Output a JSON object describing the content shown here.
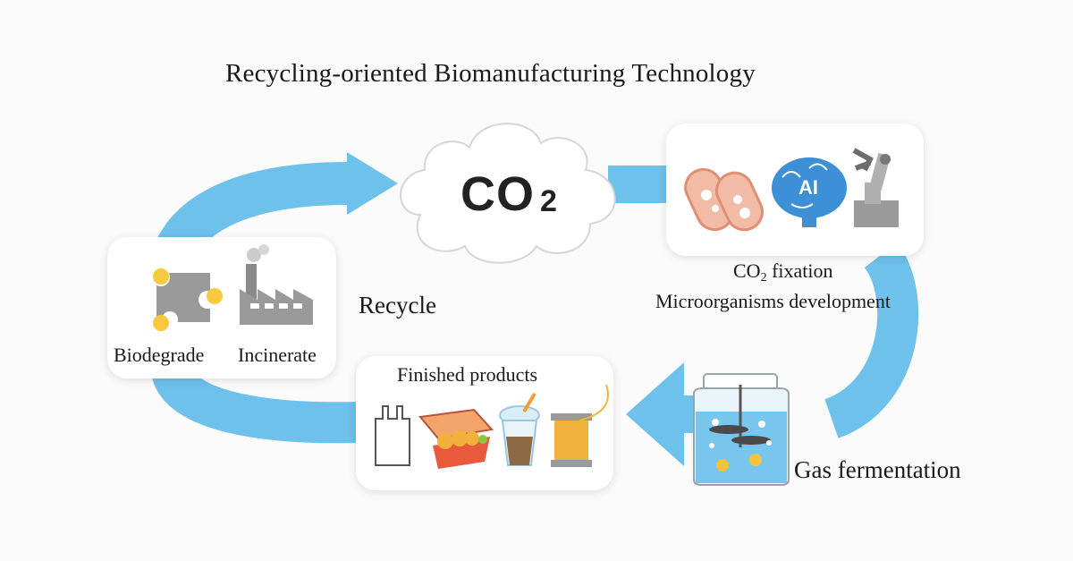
{
  "title": "Recycling-oriented Biomanufacturing Technology",
  "cloud": {
    "co2_main": "CO",
    "co2_sub": "2"
  },
  "fixation": {
    "line1_main": "CO",
    "line1_sub": "2",
    "line1_rest": " fixation",
    "line2": "Microorganisms development",
    "ai_badge": "AI",
    "icons": [
      "bacteria-icon",
      "brain-icon",
      "robot-arm-icon"
    ]
  },
  "fermentation": {
    "label": "Gas fermentation",
    "icons": [
      "bioreactor-jar-icon"
    ]
  },
  "products": {
    "label": "Finished products",
    "icons": [
      "plastic-bag-icon",
      "food-box-icon",
      "cup-with-straw-icon",
      "thread-spool-icon"
    ]
  },
  "recycle": {
    "label": "Recycle"
  },
  "end_of_life": {
    "biodegrade": "Biodegrade",
    "incinerate": "Incinerate",
    "icons": [
      "microbe-eating-icon",
      "factory-icon"
    ]
  },
  "colors": {
    "arrow": "#6ec1ea",
    "card": "#ffffff",
    "text": "#1a1a1a"
  }
}
